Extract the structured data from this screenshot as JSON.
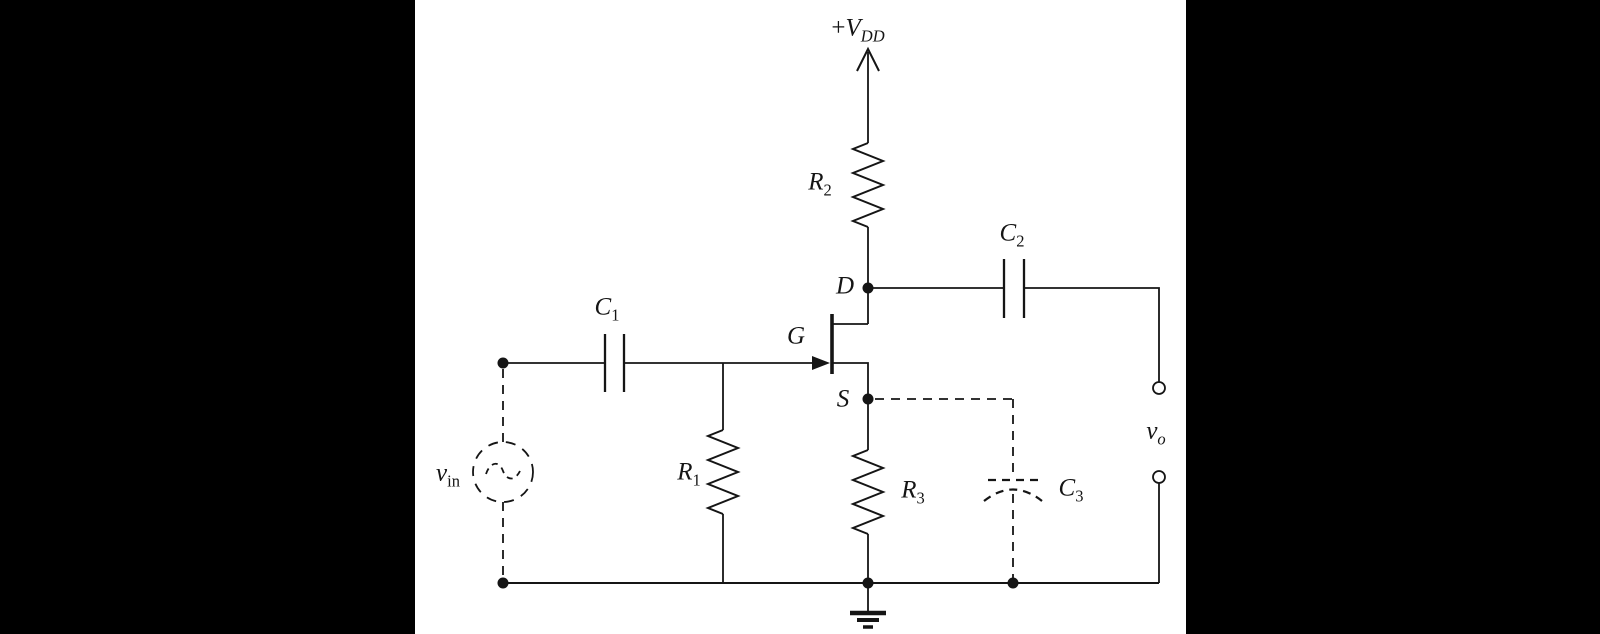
{
  "colors": {
    "frame": "#000000",
    "canvas": "#ffffff",
    "ink": "#151515"
  },
  "labels": {
    "vdd": {
      "prefix": "+",
      "main": "V",
      "sub": "DD"
    },
    "r2": {
      "main": "R",
      "sub": "2"
    },
    "c2": {
      "main": "C",
      "sub": "2"
    },
    "c1": {
      "main": "C",
      "sub": "1"
    },
    "gate": {
      "main": "G"
    },
    "drain": {
      "main": "D"
    },
    "source": {
      "main": "S"
    },
    "r1": {
      "main": "R",
      "sub": "1"
    },
    "r3": {
      "main": "R",
      "sub": "3"
    },
    "c3": {
      "main": "C",
      "sub": "3"
    },
    "vin": {
      "main": "v",
      "sub": "in"
    },
    "vout": {
      "main": "v",
      "sub": "o"
    }
  }
}
